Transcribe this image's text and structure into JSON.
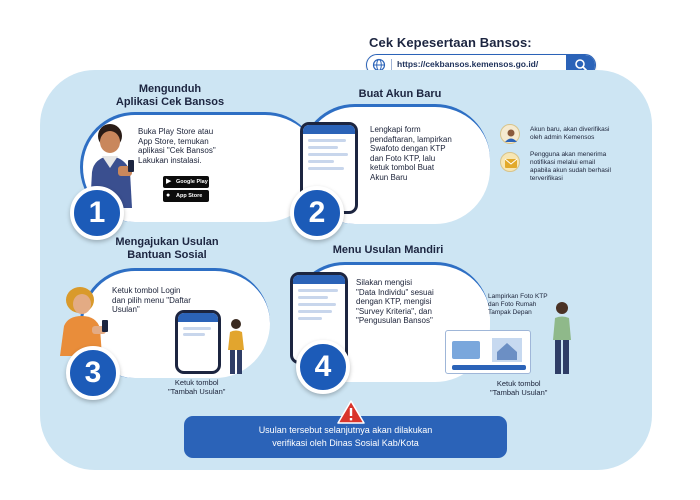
{
  "header": {
    "title": "Cek Kepesertaan Bansos:",
    "url": "https://cekbansos.kemensos.go.id/"
  },
  "steps": [
    {
      "number": "1",
      "title_line1": "Mengunduh",
      "title_line2": "Aplikasi Cek Bansos",
      "text_lines": [
        "Buka Play Store atau",
        "App Store, temukan",
        "aplikasi \"Cek Bansos\"",
        "Lakukan instalasi."
      ],
      "badges": [
        "Google Play",
        "App Store"
      ]
    },
    {
      "number": "2",
      "title_line1": "Buat Akun Baru",
      "text_lines": [
        "Lengkapi form",
        "pendaftaran, lampirkan",
        "Swafoto dengan KTP",
        "dan Foto KTP, lalu",
        "ketuk tombol Buat",
        "Akun Baru"
      ]
    },
    {
      "number": "3",
      "title_line1": "Mengajukan Usulan",
      "title_line2": "Bantuan Sosial",
      "text_lines": [
        "Ketuk tombol Login",
        "dan pilih menu \"Daftar",
        "Usulan\""
      ],
      "caption_lines": [
        "Ketuk tombol",
        "\"Tambah Usulan\""
      ]
    },
    {
      "number": "4",
      "title_line1": "Menu Usulan Mandiri",
      "text_lines": [
        "Silakan mengisi",
        "\"Data Individu\" sesuai",
        "dengan KTP, mengisi",
        "\"Survey Kriteria\", dan",
        "\"Pengusulan Bansos\""
      ],
      "side_caption_lines": [
        "Lampirkan Foto KTP",
        "dan Foto Rumah",
        "Tampak Depan"
      ],
      "caption_lines": [
        "Ketuk tombol",
        "\"Tambah Usulan\""
      ]
    }
  ],
  "notes": [
    {
      "icon": "admin-icon",
      "lines": [
        "Akun baru, akan diverifikasi",
        "oleh admin Kemensos"
      ]
    },
    {
      "icon": "email-icon",
      "lines": [
        "Pengguna akan menerima",
        "notifikasi melalui email",
        "apabila akun sudah berhasil",
        "terverifikasi"
      ]
    }
  ],
  "footer": {
    "lines": [
      "Usulan tersebut selanjutnya akan dilakukan",
      "verifikasi oleh Dinas Sosial Kab/Kota"
    ]
  },
  "colors": {
    "primary": "#2b63b8",
    "panel": "#cde5f3",
    "warning": "#d9352c"
  }
}
